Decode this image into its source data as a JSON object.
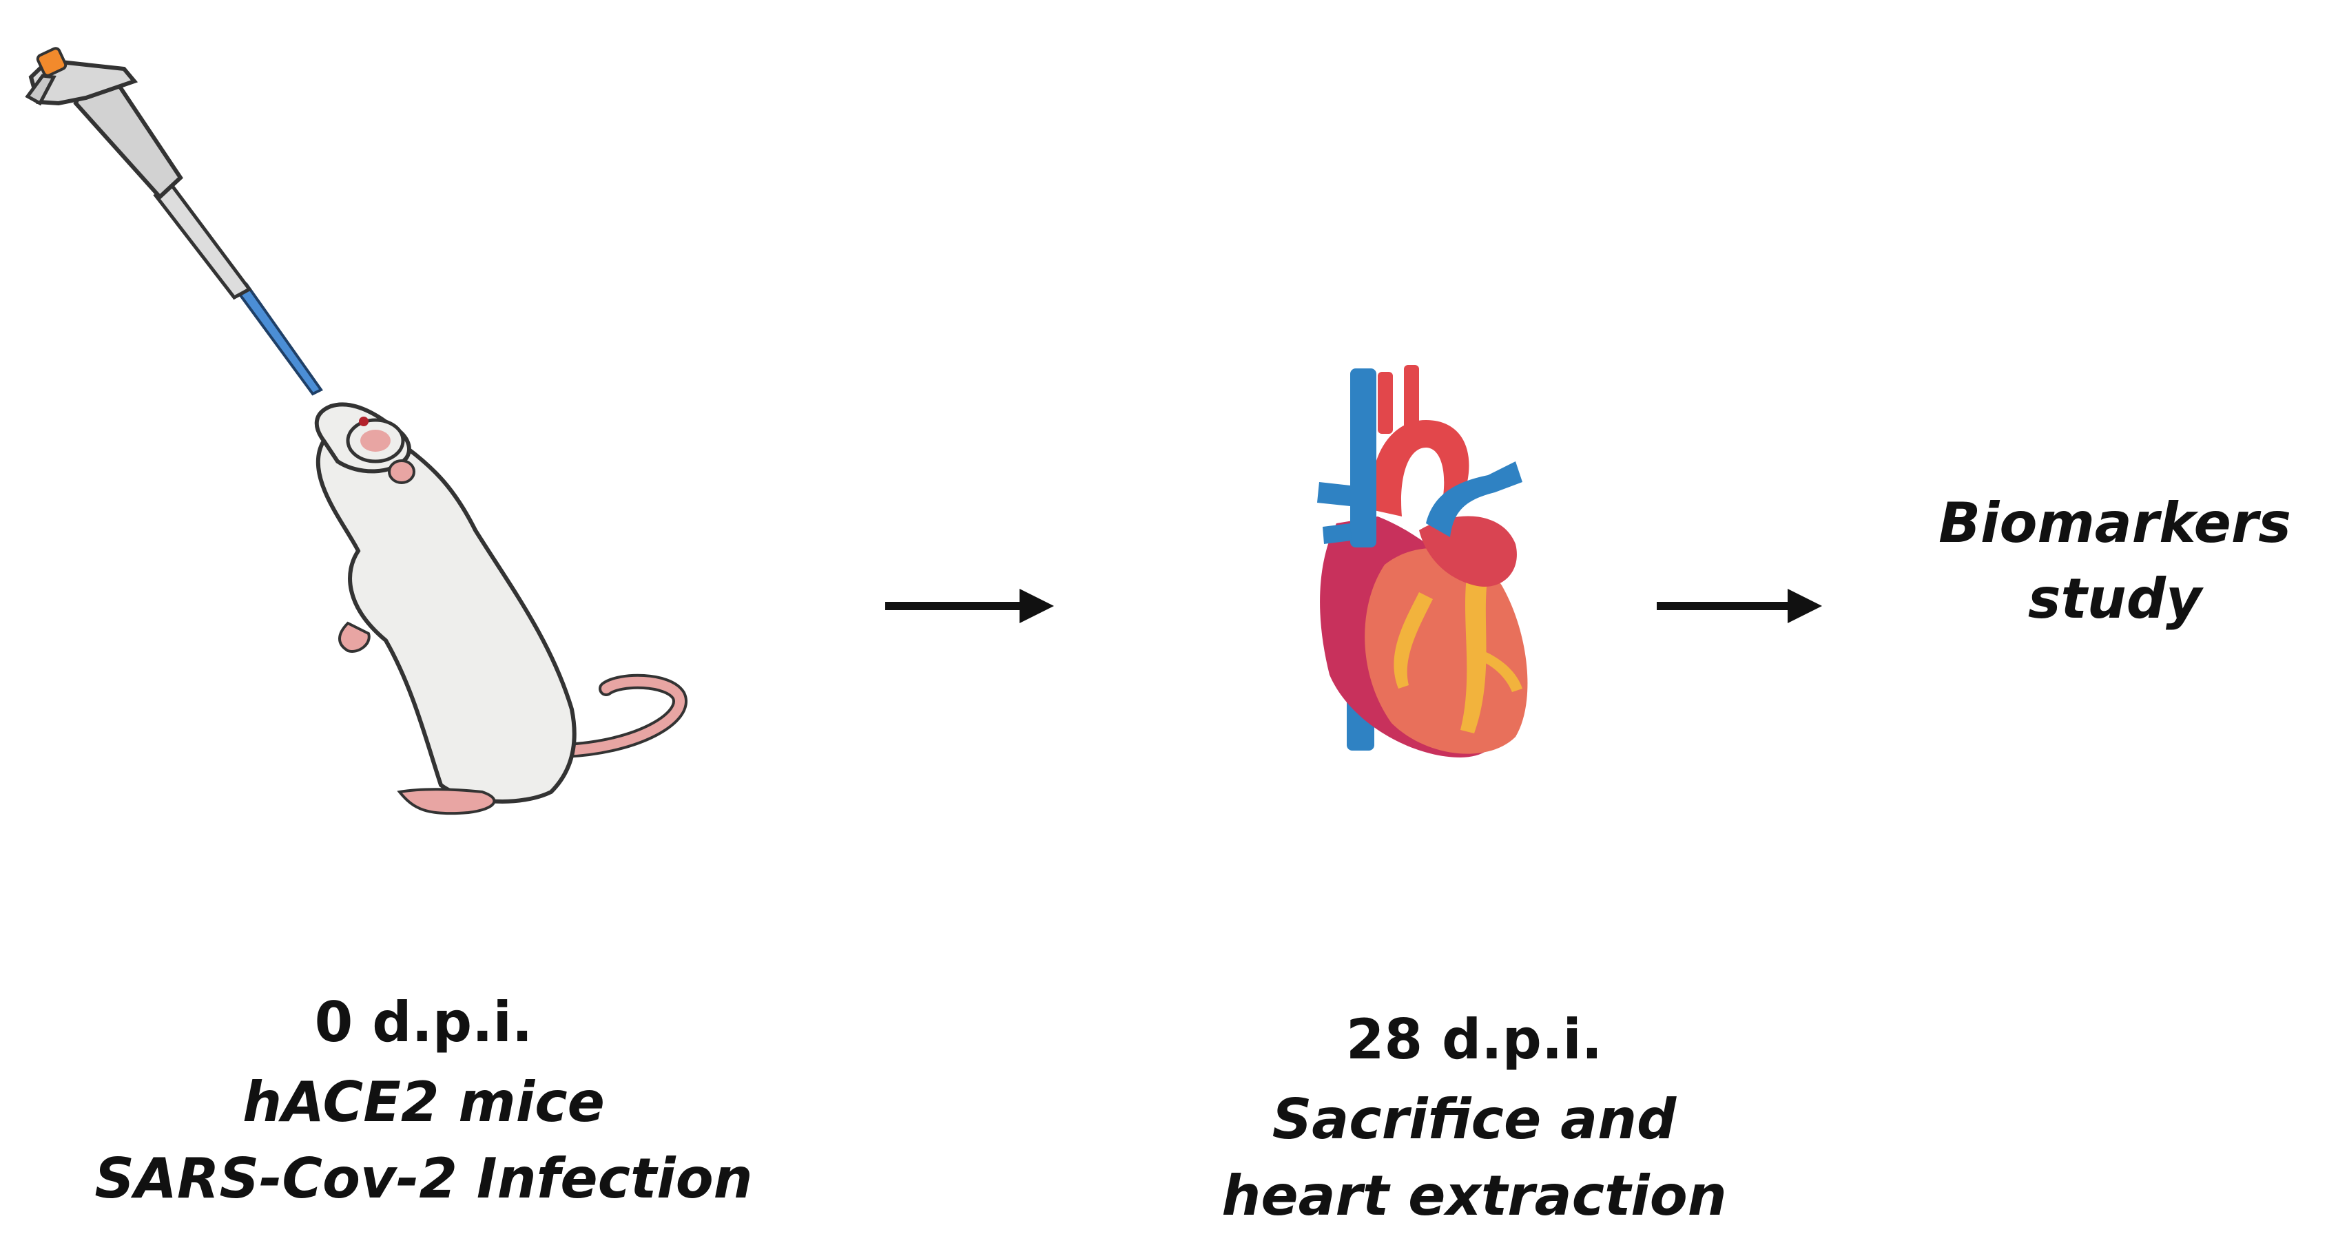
{
  "steps": [
    {
      "day": "0 d.p.i.",
      "line2": "hACE2 mice",
      "line3": "SARS-Cov-2 Infection",
      "icons": [
        "pipette-icon",
        "mouse-icon"
      ]
    },
    {
      "day": "28 d.p.i.",
      "line2": "Sacrifice and",
      "line3": "heart extraction",
      "icons": [
        "heart-icon"
      ]
    },
    {
      "line1": "Biomarkers",
      "line2": "study"
    }
  ],
  "colors": {
    "text": "#111111",
    "arrow": "#111111",
    "mouse_body": "#eeeeec",
    "mouse_pink": "#e8a5a3",
    "heart_red": "#e2474b",
    "heart_dark": "#c8315c",
    "heart_orange": "#e8705b",
    "heart_yellow": "#f2b33d",
    "vessel_blue": "#2f82c3",
    "pipette_tip": "#f28a2c",
    "pipette_needle": "#4b8ed6"
  }
}
